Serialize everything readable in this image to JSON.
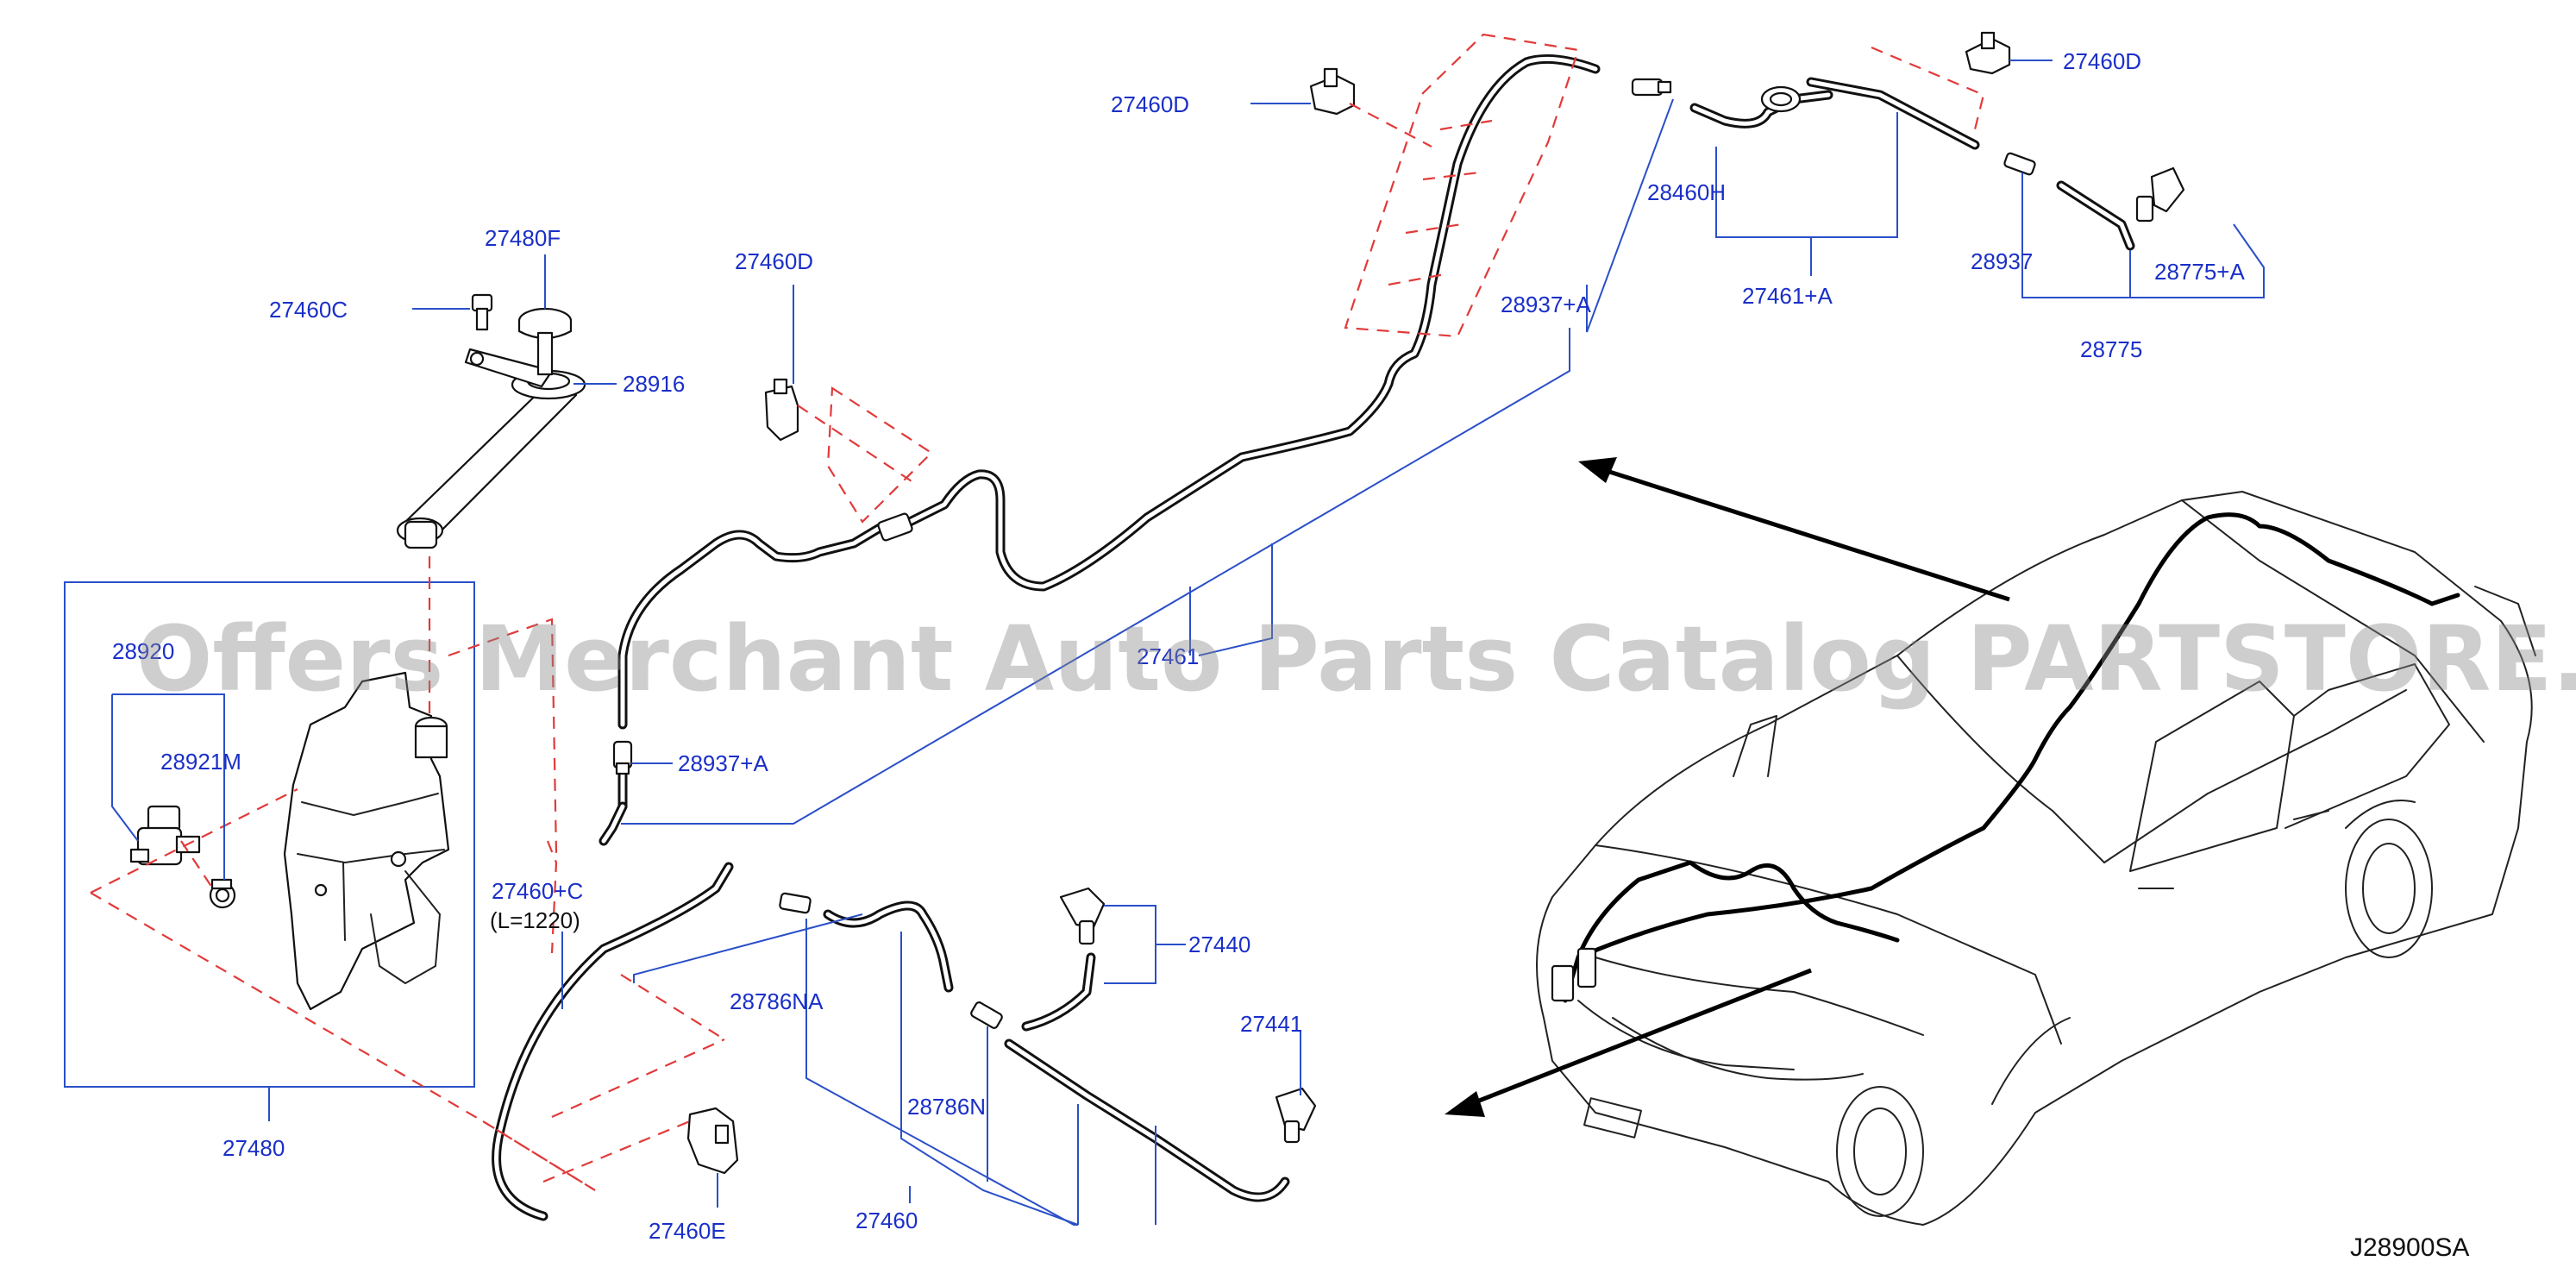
{
  "diagram": {
    "code": "J28900SA",
    "watermark": "Offers Merchant Auto Parts Catalog PARTSTORE.SA"
  },
  "labels": {
    "p27460D_top": "27460D",
    "p27460D_right": "27460D",
    "p27460D_mid": "27460D",
    "p27480F": "27480F",
    "p27460C": "27460C",
    "p28916": "28916",
    "p28920": "28920",
    "p28921M": "28921M",
    "p28937A_left": "28937+A",
    "p28937A_top": "28937+A",
    "p28460H": "28460H",
    "p27461A": "27461+A",
    "p28937": "28937",
    "p28775A": "28775+A",
    "p28775": "28775",
    "p27461": "27461",
    "p27460C_L": "27460+C",
    "p27460C_len": "(L=1220)",
    "p28786NA": "28786NA",
    "p28786N": "28786N",
    "p27440": "27440",
    "p27441": "27441",
    "p27460E": "27460E",
    "p27460": "27460",
    "p27480": "27480"
  },
  "colors": {
    "label": "#1a2fc8",
    "leader": "#2a4fc8",
    "phantom": "#e23a3a",
    "part": "#111111"
  }
}
